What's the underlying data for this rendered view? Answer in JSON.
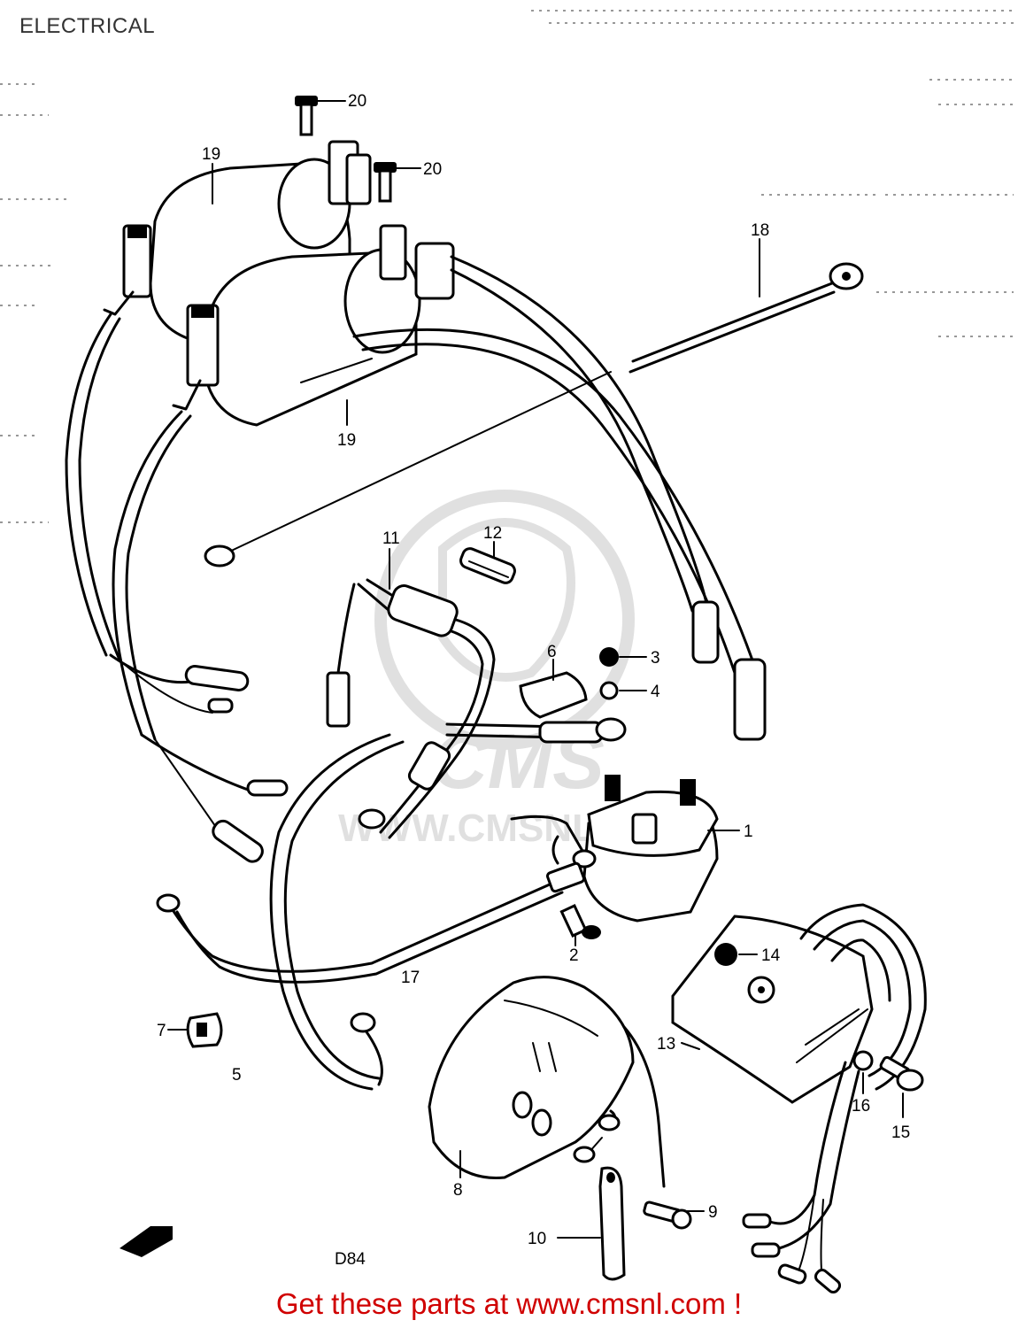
{
  "page": {
    "title": "ELECTRICAL",
    "promo_text": "Get these parts at www.cmsnl.com !"
  },
  "diagram": {
    "code": "D84",
    "watermark": {
      "url": "WWW.CMSNL.COM",
      "brand": "CMS"
    },
    "callouts": [
      {
        "id": "c1",
        "label": "1"
      },
      {
        "id": "c2",
        "label": "2"
      },
      {
        "id": "c3",
        "label": "3"
      },
      {
        "id": "c4",
        "label": "4"
      },
      {
        "id": "c5",
        "label": "5"
      },
      {
        "id": "c6",
        "label": "6"
      },
      {
        "id": "c7",
        "label": "7"
      },
      {
        "id": "c8",
        "label": "8"
      },
      {
        "id": "c9",
        "label": "9"
      },
      {
        "id": "c10",
        "label": "10"
      },
      {
        "id": "c11",
        "label": "11"
      },
      {
        "id": "c12",
        "label": "12"
      },
      {
        "id": "c13",
        "label": "13"
      },
      {
        "id": "c14",
        "label": "14"
      },
      {
        "id": "c15",
        "label": "15"
      },
      {
        "id": "c16",
        "label": "16"
      },
      {
        "id": "c17",
        "label": "17"
      },
      {
        "id": "c18",
        "label": "18"
      },
      {
        "id": "c19a",
        "label": "19"
      },
      {
        "id": "c19b",
        "label": "19"
      },
      {
        "id": "c20a",
        "label": "20"
      },
      {
        "id": "c20b",
        "label": "20"
      }
    ]
  },
  "colors": {
    "ink": "#000000",
    "promo": "#d00000",
    "watermark": "#c8c8c8"
  }
}
